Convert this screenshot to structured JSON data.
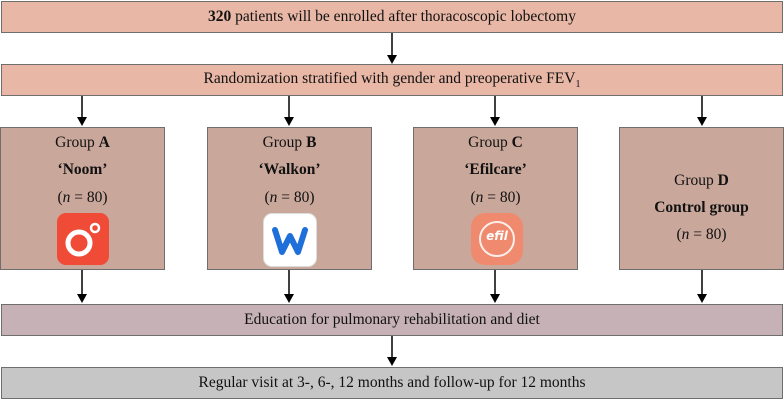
{
  "top": {
    "count": "320",
    "text": " patients will be enrolled after thoracoscopic lobectomy"
  },
  "randomization": {
    "text": "Randomization stratified with gender and preoperative FEV",
    "subscript": "1"
  },
  "groups": [
    {
      "prefix": "Group ",
      "letter": "A",
      "name": "‘Noom’",
      "n_label": "n",
      "n_value": " = 80",
      "icon": "noom-app-icon",
      "icon_color": "#f04b37"
    },
    {
      "prefix": "Group ",
      "letter": "B",
      "name": "‘Walkon’",
      "n_label": "n",
      "n_value": " = 80",
      "icon": "walkon-app-icon",
      "icon_color": "#1e6fd9"
    },
    {
      "prefix": "Group ",
      "letter": "C",
      "name": "‘Efilcare’",
      "n_label": "n",
      "n_value": " = 80",
      "icon": "efilcare-app-icon",
      "icon_color": "#f08a6f",
      "icon_text": "efil"
    },
    {
      "prefix": "Group ",
      "letter": "D",
      "name": "Control group",
      "n_label": "n",
      "n_value": " = 80"
    }
  ],
  "education": {
    "text": "Education for pulmonary rehabilitation and diet"
  },
  "regular": {
    "text": "Regular visit at 3-, 6-, 12 months and follow-up for 12 months"
  },
  "colors": {
    "top_bar": "#e8b7a6",
    "group_box": "#c9a79b",
    "education_bar": "#c5b1b6",
    "regular_bar": "#c6c6c6"
  }
}
